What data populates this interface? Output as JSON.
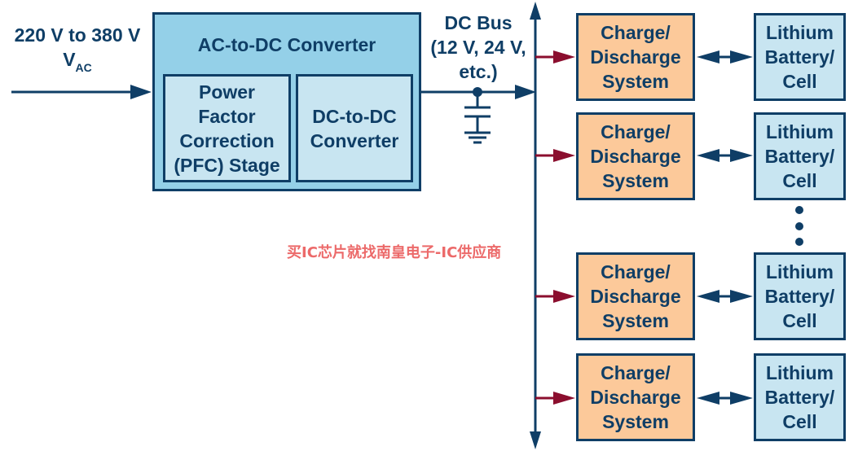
{
  "input": {
    "voltage_range": "220 V to 380 V",
    "unit_main": "V",
    "unit_sub": "AC"
  },
  "converter": {
    "title": "AC-to-DC Converter",
    "pfc_lines": [
      "Power",
      "Factor",
      "Correction",
      "(PFC) Stage"
    ],
    "dcdc_lines": [
      "DC-to-DC",
      "Converter"
    ]
  },
  "bus": {
    "label_lines": [
      "DC Bus",
      "(12 V, 24 V,",
      "etc.)"
    ]
  },
  "channels": [
    {
      "cds_lines": [
        "Charge/",
        "Discharge",
        "System"
      ],
      "bat_lines": [
        "Lithium",
        "Battery/",
        "Cell"
      ]
    },
    {
      "cds_lines": [
        "Charge/",
        "Discharge",
        "System"
      ],
      "bat_lines": [
        "Lithium",
        "Battery/",
        "Cell"
      ]
    },
    {
      "cds_lines": [
        "Charge/",
        "Discharge",
        "System"
      ],
      "bat_lines": [
        "Lithium",
        "Battery/",
        "Cell"
      ]
    },
    {
      "cds_lines": [
        "Charge/",
        "Discharge",
        "System"
      ],
      "bat_lines": [
        "Lithium",
        "Battery/",
        "Cell"
      ]
    }
  ],
  "watermark": "买IC芯片就找南皇电子-IC供应商",
  "colors": {
    "navy": "#0f3e66",
    "maroon": "#8b0e2e",
    "outer_blue": "#94d0e8",
    "light_blue": "#c8e5f1",
    "orange": "#fcc99a",
    "watermark": "#ec6a6a"
  }
}
